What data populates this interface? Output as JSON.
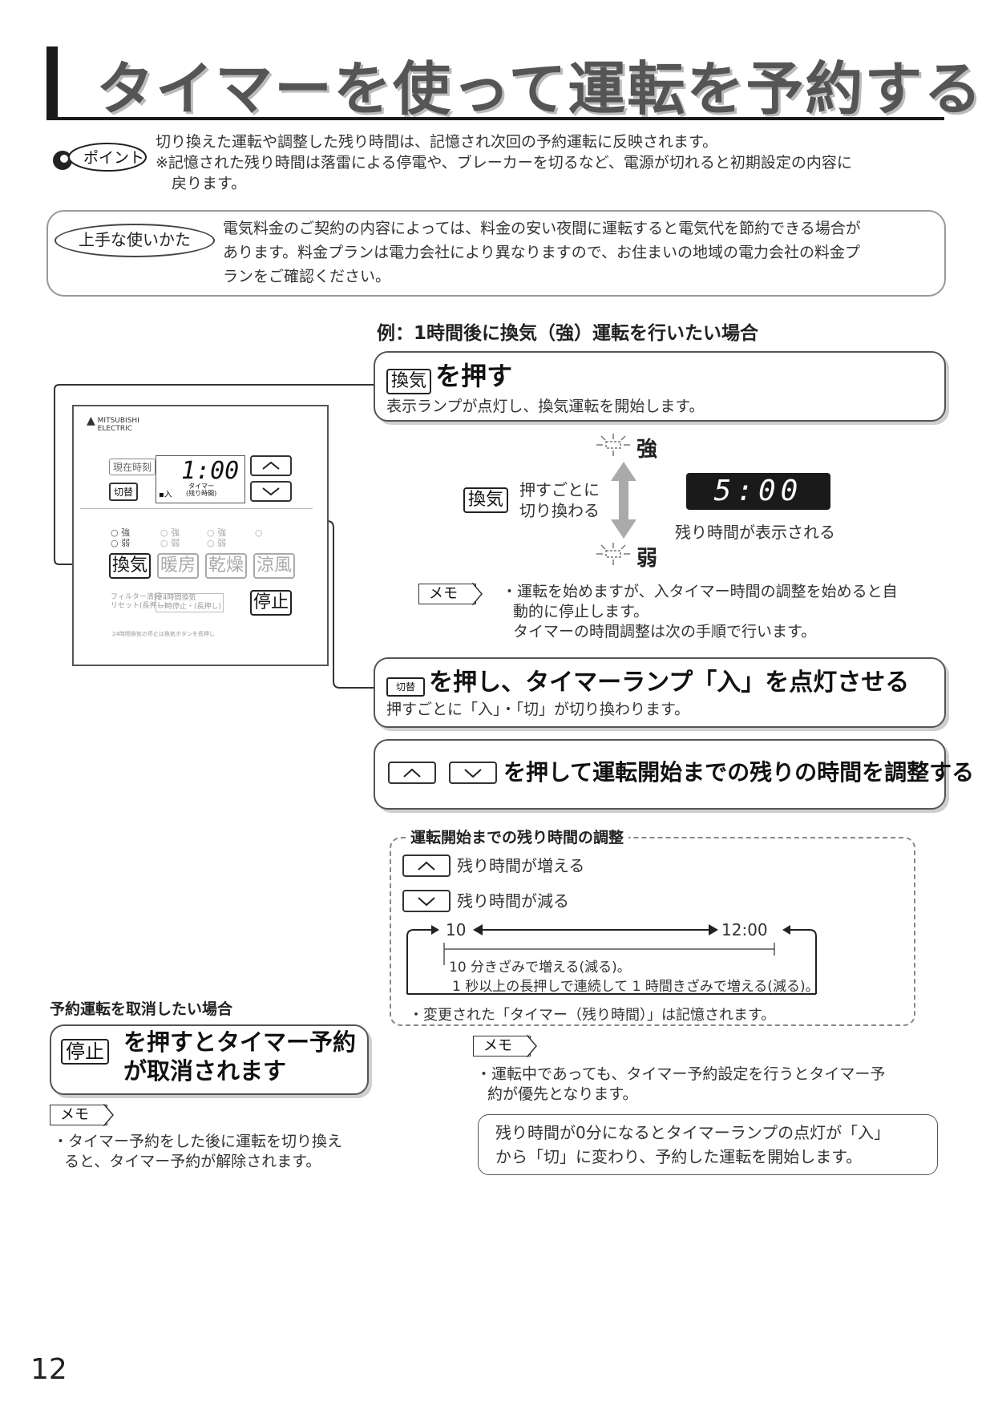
{
  "title": "タイマーを使って運転を予約する",
  "point": {
    "badge": "ポイント",
    "line1": "切り換えた運転や調整した残り時間は、記憶され次回の予約運転に反映されます。",
    "line2": "※記憶された残り時間は落雷による停電や、ブレーカーを切るなど、電源が切れると初期設定の内容に",
    "line3": "戻ります。"
  },
  "tip": {
    "badge": "上手な使いかた",
    "line1": "電気料金のご契約の内容によっては、料金の安い夜間に運転すると電気代を節約できる場合が",
    "line2": "あります。料金プランは電力会社により異なりますので、お住まいの地域の電力会社の料金プ",
    "line3": "ランをご確認ください。"
  },
  "example": "例：1時間後に換気（強）運転を行いたい場合",
  "step1": {
    "key": "換気",
    "head": "を押す",
    "sub": "表示ランプが点灯し、換気運転を開始します。"
  },
  "toggle": {
    "strong": "強",
    "weak": "弱",
    "key": "換気",
    "desc1": "押すごとに",
    "desc2": "切り換わる",
    "display": "5:00",
    "display_caption": "残り時間が表示される"
  },
  "memo1": {
    "badge": "メモ",
    "line1": "・運転を始めますが、入タイマー時間の調整を始めると自",
    "line2": "動的に停止します。",
    "line3": "タイマーの時間調整は次の手順で行います。"
  },
  "step2": {
    "key": "切替",
    "head": "を押し、タイマーランプ「入」を点灯させる",
    "sub": "押すごとに「入」・「切」が切り換わります。"
  },
  "step3": {
    "head": "を押して運転開始までの残りの時間を調整する"
  },
  "adjust": {
    "title": "運転開始までの残り時間の調整",
    "up_text": "残り時間が増える",
    "down_text": "残り時間が減る",
    "min_label": "10",
    "max_label": "12:00",
    "note1": "10 分きざみで増える(減る)。",
    "note2": "1 秒以上の長押しで連続して 1 時間きざみで増える(減る)。",
    "note3": "・変更された「タイマー（残り時間）」は記憶されます。"
  },
  "memo2": {
    "badge": "メモ",
    "line1": "・運転中であっても、タイマー予約設定を行うとタイマー予",
    "line2": "約が優先となります。"
  },
  "result": {
    "line1": "残り時間が0分になるとタイマーランプの点灯が「入」",
    "line2": "から「切」に変わり、予約した運転を開始します。"
  },
  "cancel": {
    "heading": "予約運転を取消したい場合",
    "key": "停止",
    "line1": "を押すとタイマー予約",
    "line2": "が取消されます"
  },
  "memo3": {
    "badge": "メモ",
    "line1": "・タイマー予約をした後に運転を切り換え",
    "line2": "ると、タイマー予約が解除されます。"
  },
  "remote": {
    "logo1": "MITSUBISHI",
    "logo2": "ELECTRIC",
    "key_clock": "現在時刻",
    "key_switch": "切替",
    "lcd_time": "1:00",
    "lcd_on": "▪入",
    "lcd_timer": "タイマー",
    "lcd_remain": "(残り時間)",
    "led_strong": "強",
    "led_weak": "弱",
    "mode1": "換気",
    "mode2": "暖房",
    "mode3": "乾燥",
    "mode4": "涼風",
    "filter": "フィルター清掃",
    "reset": "リセット(長押し)",
    "vent24": "24時間換気",
    "vent24_sub": "一時停止・(長押し)",
    "stop": "停止",
    "footnote": "24時間換気の停止は換気ボタンを長押し"
  },
  "page_number": "12"
}
